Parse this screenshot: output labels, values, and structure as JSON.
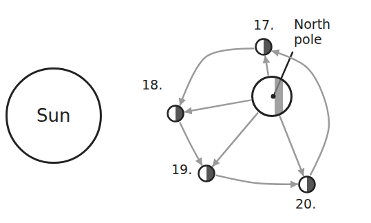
{
  "diagram": {
    "nodes": [
      {
        "text": [
          "Sun"
        ]
      },
      {
        "text": [
          "North pole"
        ]
      },
      {
        "text": [
          "17."
        ]
      },
      {
        "text": [
          "18."
        ]
      },
      {
        "text": [
          "19."
        ]
      },
      {
        "text": [
          "20."
        ]
      }
    ],
    "edges": [
      {
        "from": 1,
        "to": 2,
        "arrow": "to"
      },
      {
        "from": 1,
        "to": 3,
        "arrow": "to"
      },
      {
        "from": 1,
        "to": 4,
        "arrow": "to"
      },
      {
        "from": 1,
        "to": 5,
        "arrow": "to"
      },
      {
        "from": 2,
        "to": 3,
        "arrow": "to"
      },
      {
        "from": 3,
        "to": 4,
        "arrow": "to"
      },
      {
        "from": 4,
        "to": 5,
        "arrow": "to"
      },
      {
        "from": 5,
        "to": 2,
        "arrow": "to"
      }
    ]
  }
}
